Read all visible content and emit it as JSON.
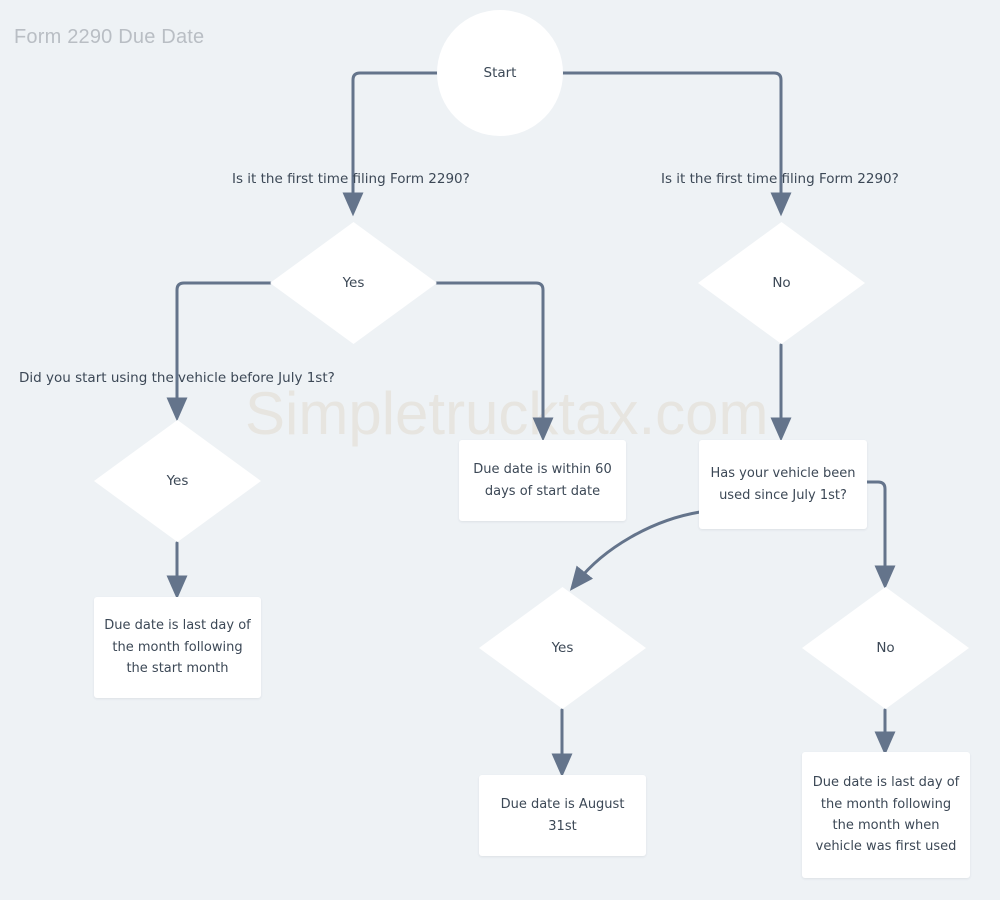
{
  "page": {
    "title": "Form 2290 Due Date",
    "watermark": "Simpletrucktax.com",
    "background_color": "#eef2f5",
    "node_fill_color": "#ffffff",
    "connector_color": "#64748b",
    "text_color": "#3c4856",
    "title_color": "#b9bec4",
    "watermark_color": "#e6e3dd"
  },
  "nodes": {
    "start": {
      "label": "Start",
      "shape": "circle"
    },
    "decision_first_time_yes": {
      "label": "Yes",
      "shape": "diamond"
    },
    "decision_first_time_no": {
      "label": "No",
      "shape": "diamond"
    },
    "decision_before_july_yes": {
      "label": "Yes",
      "shape": "diamond"
    },
    "outcome_last_day_start_month": {
      "label": "Due date is last day of the month following the start month",
      "shape": "box"
    },
    "outcome_within_60_days": {
      "label": "Due date is within 60 days of start date",
      "shape": "box"
    },
    "question_used_since_july": {
      "label": "Has your vehicle been used since July 1st?",
      "shape": "box"
    },
    "decision_used_since_july_yes": {
      "label": "Yes",
      "shape": "diamond"
    },
    "decision_used_since_july_no": {
      "label": "No",
      "shape": "diamond"
    },
    "outcome_august_31": {
      "label": "Due date is August 31st",
      "shape": "box"
    },
    "outcome_last_day_first_used": {
      "label": "Due date is last day of the month following the month when vehicle was first used",
      "shape": "box"
    }
  },
  "edge_labels": {
    "first_time_left": "Is it the first time filing Form 2290?",
    "first_time_right": "Is it the first time filing Form 2290?",
    "before_july": "Did you start using the vehicle before July 1st?"
  }
}
